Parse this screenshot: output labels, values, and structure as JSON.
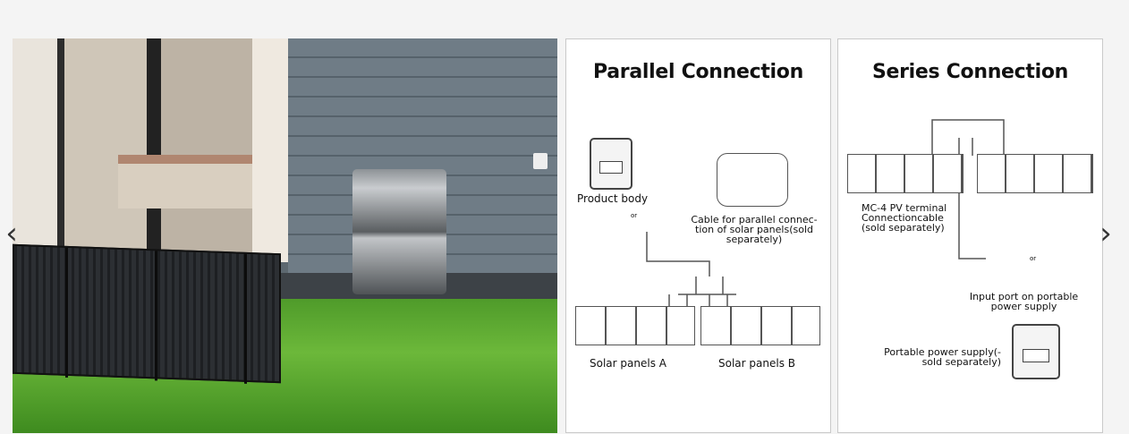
{
  "carousel": {
    "prev_icon": "chevron-left-icon",
    "next_icon": "chevron-right-icon",
    "prev_glyph": "‹",
    "next_glyph": "›"
  },
  "photo": {
    "description_alt": ""
  },
  "parallel": {
    "title": "Parallel Connection",
    "product_body": "Product body",
    "or1": "or",
    "cable_label": [
      "Cable for parallel connec-",
      "tion of solar panels(sold",
      "separately)"
    ],
    "panels_a": "Solar panels A",
    "panels_b": "Solar panels B"
  },
  "series": {
    "title": "Series Connection",
    "mc4_label": [
      "MC-4 PV terminal",
      "Connectioncable",
      "(sold separately)"
    ],
    "or2": "or",
    "input_port": [
      "Input port on portable",
      "power supply"
    ],
    "portable": [
      "Portable power supply(-",
      "sold separately)"
    ]
  }
}
